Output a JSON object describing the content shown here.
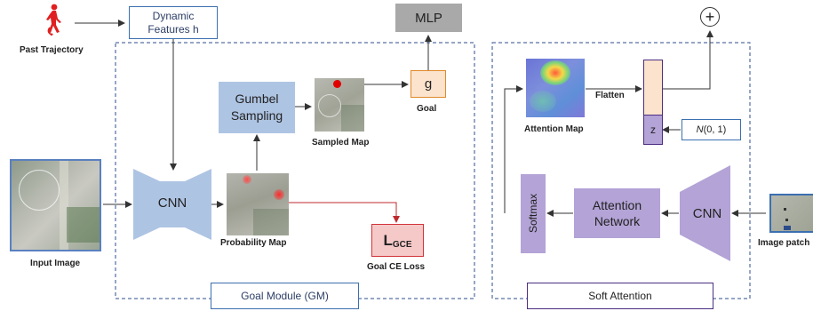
{
  "past_trajectory": {
    "label": "Past Trajectory"
  },
  "dynamic_features": {
    "line1": "Dynamic",
    "line2": "Features h"
  },
  "mlp": {
    "label": "MLP"
  },
  "plus_symbol": "+",
  "goal_module": {
    "title": "Goal Module (GM)",
    "cnn_label": "CNN",
    "gumbel_line1": "Gumbel",
    "gumbel_line2": "Sampling",
    "g_label": "g",
    "goal_label": "Goal",
    "sampled_map_label": "Sampled Map",
    "probability_map_label": "Probability Map",
    "lgce_main": "L",
    "lgce_sub": "GCE",
    "goal_ce_loss_label": "Goal CE Loss"
  },
  "input_image": {
    "label": "Input Image"
  },
  "soft_attention": {
    "title": "Soft Attention",
    "attention_map_label": "Attention Map",
    "flatten_label": "Flatten",
    "z_label": "z",
    "normal_text_N": "N",
    "normal_text_args": " (0, 1)",
    "softmax_label": "Softmax",
    "attention_net_line1": "Attention",
    "attention_net_line2": "Network",
    "cnn_label": "CNN",
    "image_patch_label": "Image patch"
  },
  "colors": {
    "blue_accent": "#3b6fb0",
    "light_blue": "#aec4e3",
    "purple": "#b3a3d6",
    "dark_purple": "#4b2d82",
    "mlp_gray": "#a9a9a9",
    "goal_orange": "#e08a2c",
    "loss_red": "#d0343a",
    "loss_fill": "#f6c9c9",
    "feature_fill": "#fbe3cd"
  }
}
